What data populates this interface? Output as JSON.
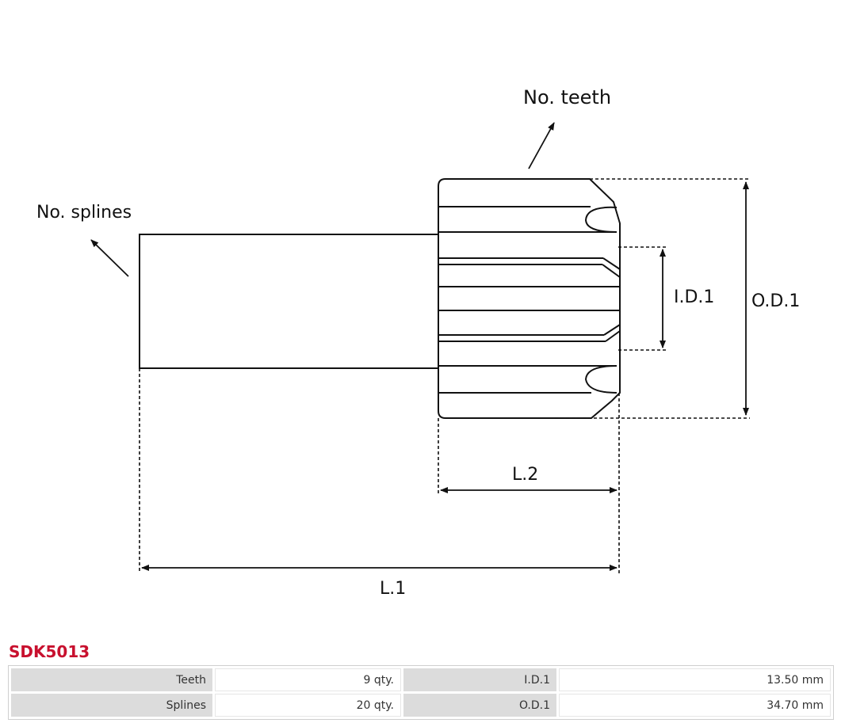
{
  "diagram": {
    "labels": {
      "no_teeth": "No. teeth",
      "no_splines": "No. splines",
      "id1": "I.D.1",
      "od1": "O.D.1",
      "l2": "L.2",
      "l1": "L.1"
    }
  },
  "part": {
    "code": "SDK5013",
    "title_color": "#c8102e"
  },
  "specs": {
    "rows": [
      {
        "label_a": "Teeth",
        "value_a": "9 qty.",
        "label_b": "I.D.1",
        "value_b": "13.50 mm"
      },
      {
        "label_a": "Splines",
        "value_a": "20 qty.",
        "label_b": "O.D.1",
        "value_b": "34.70 mm"
      }
    ]
  }
}
